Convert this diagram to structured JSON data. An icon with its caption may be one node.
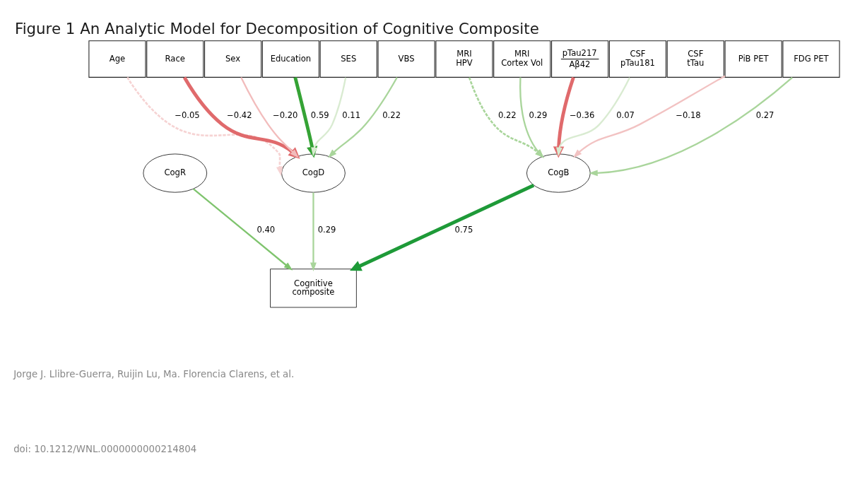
{
  "diagram": {
    "title": "Figure 1 An Analytic Model for Decomposition of Cognitive Composite",
    "nodes": [
      {
        "text": [
          "Age"
        ]
      },
      {
        "text": [
          "Race"
        ]
      },
      {
        "text": [
          "Sex"
        ]
      },
      {
        "text": [
          "Education"
        ]
      },
      {
        "text": [
          "SES"
        ]
      },
      {
        "text": [
          "VBS"
        ]
      },
      {
        "text": [
          "MRI HPV"
        ]
      },
      {
        "text": [
          "MRI Cortex Vol"
        ]
      },
      {
        "text": [
          "pTau217",
          "Aβ42"
        ]
      },
      {
        "text": [
          "CSF pTau181"
        ]
      },
      {
        "text": [
          "CSF tTau"
        ]
      },
      {
        "text": [
          "PiB PET"
        ]
      },
      {
        "text": [
          "FDG PET"
        ]
      },
      {
        "text": [
          "CogR"
        ]
      },
      {
        "text": [
          "CogD"
        ]
      },
      {
        "text": [
          "CogB"
        ]
      },
      {
        "text": [
          "Cognitive composite"
        ]
      }
    ],
    "edges": [
      {
        "from": 0,
        "to": 14,
        "arrow": "to",
        "label": "−0.05",
        "style": "dashed",
        "color": "#f6d3d3"
      },
      {
        "from": 1,
        "to": 14,
        "arrow": "to",
        "label": "−0.42",
        "style": "thick",
        "color": "#e06a6c"
      },
      {
        "from": 2,
        "to": 14,
        "arrow": "to",
        "label": "−0.20",
        "color": "#f2bcbc"
      },
      {
        "from": 3,
        "to": 14,
        "arrow": "to",
        "label": "0.59",
        "style": "thick",
        "color": "#35a335"
      },
      {
        "from": 4,
        "to": 14,
        "arrow": "to",
        "label": "0.11",
        "color": "#d9ebd1"
      },
      {
        "from": 5,
        "to": 14,
        "arrow": "to",
        "label": "0.22"
      },
      {
        "from": 6,
        "to": 15,
        "arrow": "to",
        "label": "0.22",
        "style": "dashed"
      },
      {
        "from": 7,
        "to": 15,
        "arrow": "to",
        "label": "0.29"
      },
      {
        "from": 8,
        "to": 15,
        "arrow": "to",
        "label": "−0.36",
        "style": "thick",
        "color": "#e06a6c"
      },
      {
        "from": 9,
        "to": 15,
        "arrow": "to",
        "label": "0.07",
        "color": "#d9ebd1"
      },
      {
        "from": 11,
        "to": 15,
        "arrow": "to",
        "label": "−0.18",
        "color": "#f2c2c2"
      },
      {
        "from": 12,
        "to": 15,
        "arrow": "to",
        "label": "0.27"
      },
      {
        "from": 13,
        "to": 16,
        "arrow": "to",
        "label": "0.40",
        "color": "#7fc46e"
      },
      {
        "from": 14,
        "to": 16,
        "arrow": "to",
        "label": "0.29"
      },
      {
        "from": 15,
        "to": 16,
        "arrow": "to",
        "label": "0.75",
        "style": "thick",
        "color": "#1e9a38"
      }
    ],
    "labels": [
      "Jorge J. Llibre-Guerra, Ruijin Lu, Ma. Florencia Clarens, et al.",
      "doi: 10.1212/WNL.0000000000214804"
    ]
  }
}
